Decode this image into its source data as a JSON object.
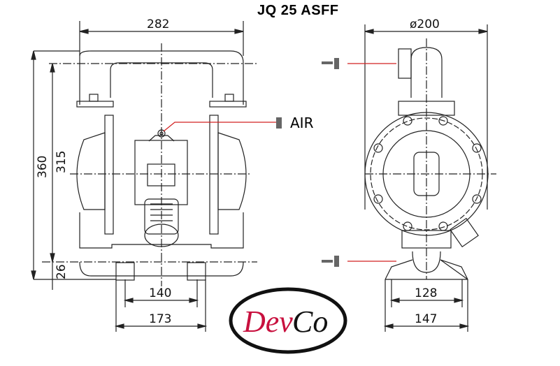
{
  "title": "JQ 25 ASFF",
  "front_view": {
    "width_label": "282",
    "height_total_label": "360",
    "height_outlet_label": "315",
    "height_inlet_label": "26",
    "foot_inner_label": "140",
    "foot_outer_label": "173",
    "air_label": "AIR"
  },
  "side_view": {
    "diameter_label": "ø200",
    "foot_inner_label": "128",
    "foot_outer_label": "147"
  },
  "logo": {
    "part1": "Dev",
    "part2": "Co",
    "part1_color": "#c8103e",
    "part2_color": "#111111"
  },
  "colors": {
    "leader_line": "#d22020",
    "line": "#222222"
  }
}
